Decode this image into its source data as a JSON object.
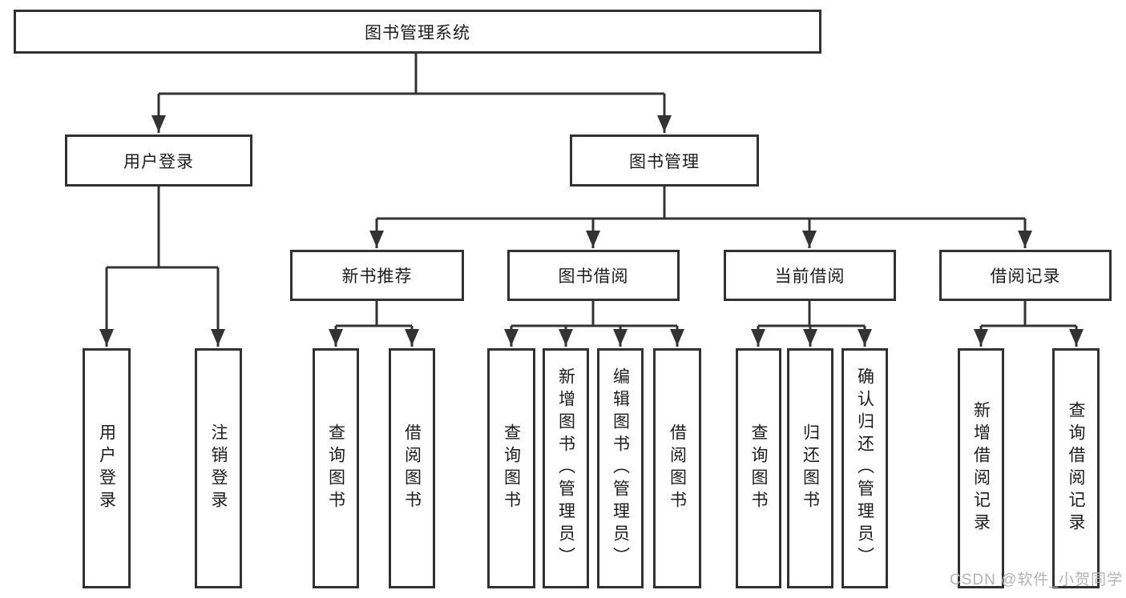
{
  "tree": {
    "label": "图书管理系统",
    "children": [
      {
        "label": "用户登录",
        "children": [
          {
            "label": "用户登录"
          },
          {
            "label": "注销登录"
          }
        ]
      },
      {
        "label": "图书管理",
        "children": [
          {
            "label": "新书推荐",
            "children": [
              {
                "label": "查询图书"
              },
              {
                "label": "借阅图书"
              }
            ]
          },
          {
            "label": "图书借阅",
            "children": [
              {
                "label": "查询图书"
              },
              {
                "label": "新增图书（管理员）"
              },
              {
                "label": "编辑图书（管理员）"
              },
              {
                "label": "借阅图书"
              }
            ]
          },
          {
            "label": "当前借阅",
            "children": [
              {
                "label": "查询图书"
              },
              {
                "label": "归还图书"
              },
              {
                "label": "确认归还（管理员）"
              }
            ]
          },
          {
            "label": "借阅记录",
            "children": [
              {
                "label": "新增借阅记录"
              },
              {
                "label": "查询借阅记录"
              }
            ]
          }
        ]
      }
    ]
  },
  "watermark": "CSDN @软件_小贺同学",
  "colors": {
    "line": "#333333",
    "box_border": "#313131",
    "text": "#1c1c1c",
    "watermark": "#b3b3b3",
    "background": "#ffffff"
  }
}
